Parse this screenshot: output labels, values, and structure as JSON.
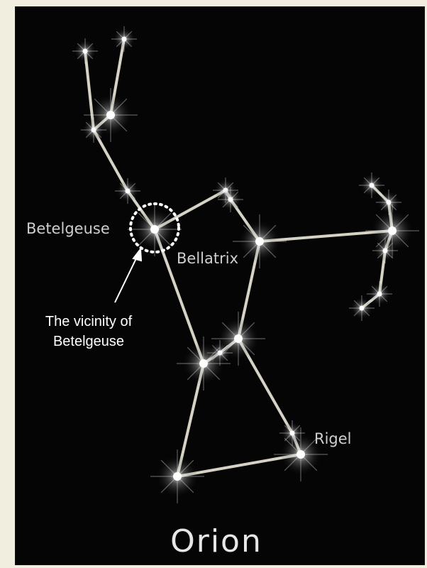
{
  "title": "Orion",
  "stars": {
    "betelgeuse": "Betelgeuse",
    "bellatrix": "Bellatrix",
    "rigel": "Rigel"
  },
  "annotation": {
    "line1": "The vicinity of",
    "line2": "Betelgeuse"
  },
  "colors": {
    "background": "#050505",
    "frame": "#f1eedf",
    "lines": "#d8d6cc",
    "stars": "#ffffff"
  }
}
